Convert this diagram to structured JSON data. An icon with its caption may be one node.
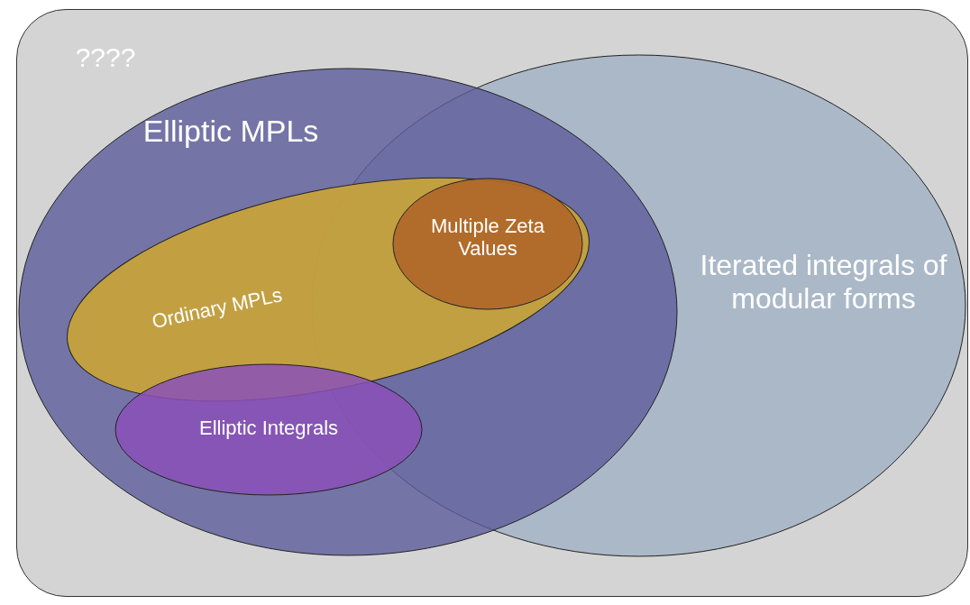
{
  "diagram": {
    "nodes": [
      {
        "text": [
          "????"
        ]
      },
      {
        "text": [
          "Elliptic MPLs"
        ],
        "in": 0
      },
      {
        "text": [
          "Iterated integrals of modular forms"
        ],
        "in": 0
      },
      {
        "text": [
          "Ordinary MPLs"
        ],
        "in": 1
      },
      {
        "text": [
          "Multiple Zeta Values"
        ]
      },
      {
        "text": [
          "Elliptic Integrals"
        ],
        "in": 1
      }
    ]
  }
}
